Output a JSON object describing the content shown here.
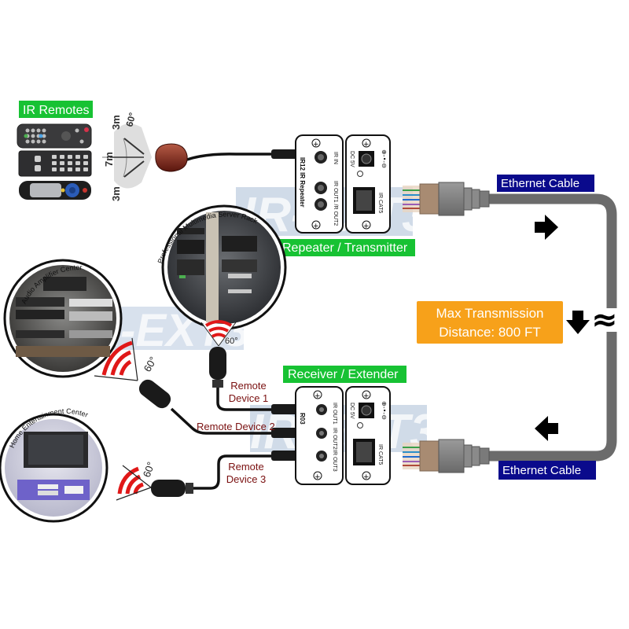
{
  "title": "IR Extender connection diagram",
  "watermark": "IR-EXT3",
  "colors": {
    "green_label": "#17c233",
    "navy_label": "#0a0a8c",
    "orange_label": "#f7a11a",
    "device_label_text": "#7a1010",
    "ethernet_cable": "#6b6b6b",
    "ir_wave": "#e01818",
    "watermark": "#a9bdd6"
  },
  "ir_remotes": {
    "label": "IR Remotes",
    "reception_range": {
      "side_top": "3m",
      "center": "7m",
      "side_bottom": "3m",
      "angle": "60°"
    }
  },
  "transmitter": {
    "label": "Repeater / Transmitter",
    "left_panel": {
      "model": "IR12  IR Repeater",
      "ports": [
        "IR IN",
        "IR OUT1 /R OUT2"
      ]
    },
    "right_panel": {
      "power": "DC 5V",
      "network": "IR CAT5"
    }
  },
  "receiver": {
    "label": "Receiver / Extender",
    "left_panel": {
      "model": "R03",
      "ports": [
        "IR OUT1",
        "IR OUT2",
        "IR OUT3"
      ]
    },
    "right_panel": {
      "power": "DC 5V",
      "network": "IR CAT5"
    }
  },
  "ethernet": {
    "top_label": "Ethernet Cable",
    "bottom_label": "Ethernet Cable",
    "max_distance_line1": "Max Transmission",
    "max_distance_line2": "Distance: 800 FT",
    "break_symbol": "≈"
  },
  "locations": [
    {
      "name": "Professional Multimedia Server Rack",
      "angle": "60°"
    },
    {
      "name": "Audio Amplifier Center",
      "angle": "60°"
    },
    {
      "name": "Home Entertainment Center",
      "angle": "60°"
    }
  ],
  "remote_devices": [
    {
      "line1": "Remote",
      "line2": "Device 1"
    },
    {
      "line1": "Remote Device 2",
      "line2": ""
    },
    {
      "line1": "Remote",
      "line2": "Device 3"
    }
  ]
}
